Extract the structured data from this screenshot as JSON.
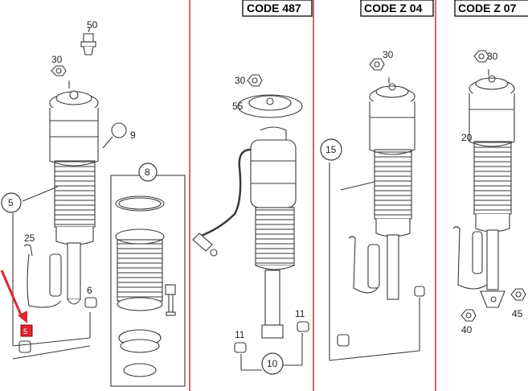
{
  "panels": {
    "code_487": "CODE 487",
    "code_z04": "CODE Z 04",
    "code_z07": "CODE Z 07"
  },
  "callouts": {
    "p1_50": "50",
    "p1_30": "30",
    "p1_9": "9",
    "p1_8": "8",
    "p1_5": "5",
    "p1_25": "25",
    "p1_6": "6",
    "p1_highlight": "5",
    "p2_30": "30",
    "p2_55": "55",
    "p2_11a": "11",
    "p2_11b": "11",
    "p2_10": "10",
    "p3_30": "30",
    "p3_15": "15",
    "p4_30": "30",
    "p4_20": "20",
    "p4_40": "40",
    "p4_45": "45"
  },
  "colors": {
    "divider": "#c8323c",
    "highlight_box": "#e0262c",
    "arrow": "#e0262c",
    "line": "#3a3a3a"
  }
}
